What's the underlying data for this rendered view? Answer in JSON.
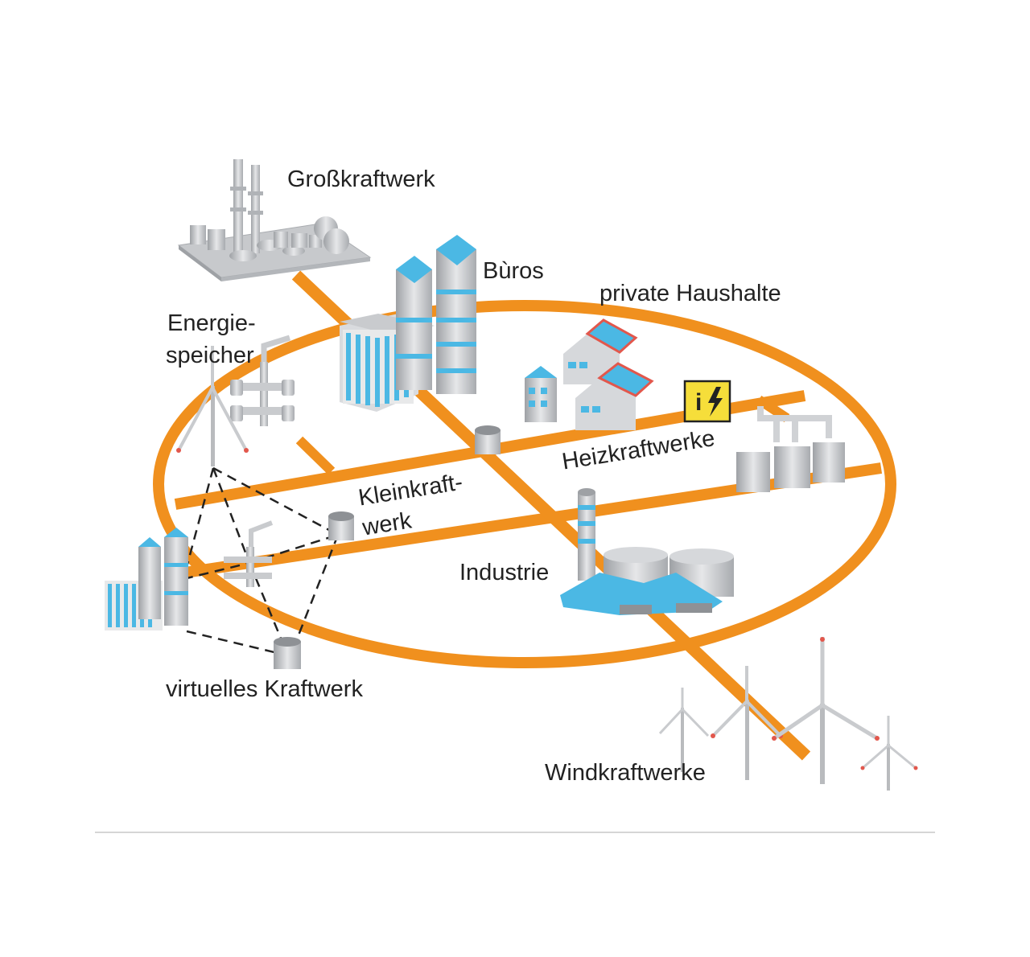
{
  "labels": {
    "grosskraftwerk": "Großkraftwerk",
    "bueros": "Bùros",
    "private_haushalte": "private Haushalte",
    "energiespeicher_1": "Energie-",
    "energiespeicher_2": "speicher",
    "heizkraftwerke": "Heizkraftwerke",
    "kleinkraftwerk_1": "Kleinkraft-",
    "kleinkraftwerk_2": "werk",
    "industrie": "Industrie",
    "virtuelles_kraftwerk": "virtuelles Kraftwerk",
    "windkraftwerke": "Windkraftwerke",
    "info_sign": "i"
  },
  "colors": {
    "grid_orange": "#f0901e",
    "glass_blue": "#4bb8e4",
    "building_grey": "#c4c6c9",
    "roof_red": "#e2574c",
    "sign_yellow": "#f6de3a",
    "label_text": "#222222",
    "divider": "#d6d6d6"
  }
}
